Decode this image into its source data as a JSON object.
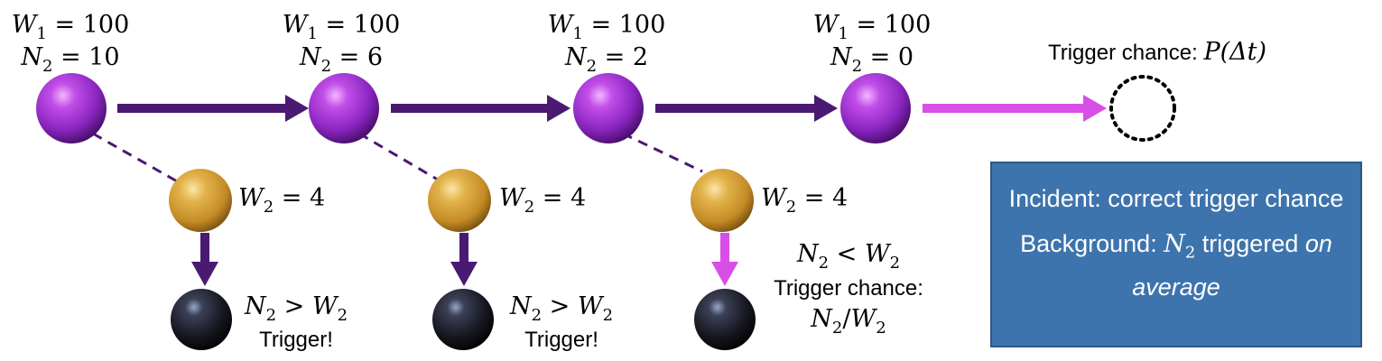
{
  "colors": {
    "purple_arrow": "#4a1a72",
    "magenta_arrow": "#d94ee6",
    "purple_ball": "#9a2fd0",
    "gold_ball": "#d7a23b",
    "black_ball": "#1a1a26",
    "box_fill": "#3e74ad"
  },
  "top_nodes": [
    {
      "w1_sym": "W",
      "w1_sub": "1",
      "w1_eq": " = 100",
      "n2_sym": "N",
      "n2_sub": "2",
      "n2_eq": " = 10"
    },
    {
      "w1_sym": "W",
      "w1_sub": "1",
      "w1_eq": " = 100",
      "n2_sym": "N",
      "n2_sub": "2",
      "n2_eq": " = 6"
    },
    {
      "w1_sym": "W",
      "w1_sub": "1",
      "w1_eq": " = 100",
      "n2_sym": "N",
      "n2_sub": "2",
      "n2_eq": " = 2"
    },
    {
      "w1_sym": "W",
      "w1_sub": "1",
      "w1_eq": " = 100",
      "n2_sym": "N",
      "n2_sub": "2",
      "n2_eq": " = 0"
    }
  ],
  "mid_nodes": [
    {
      "sym": "W",
      "sub": "2",
      "eq": " = 4"
    },
    {
      "sym": "W",
      "sub": "2",
      "eq": " = 4"
    },
    {
      "sym": "W",
      "sub": "2",
      "eq": " = 4"
    }
  ],
  "bottom_nodes": [
    {
      "cond_a": "N",
      "cond_a_sub": "2",
      "cond_op": " > ",
      "cond_b": "W",
      "cond_b_sub": "2",
      "line2": "Trigger!"
    },
    {
      "cond_a": "N",
      "cond_a_sub": "2",
      "cond_op": " > ",
      "cond_b": "W",
      "cond_b_sub": "2",
      "line2": "Trigger!"
    },
    {
      "cond_a": "N",
      "cond_a_sub": "2",
      "cond_op": " < ",
      "cond_b": "W",
      "cond_b_sub": "2",
      "line2": "Trigger chance:",
      "line3_a": "N",
      "line3_a_sub": "2",
      "line3_op": "/",
      "line3_b": "W",
      "line3_b_sub": "2"
    }
  ],
  "trigger_chance": {
    "text": "Trigger chance: ",
    "formula": "P(Δt)"
  },
  "info_box": {
    "line1": "Incident: correct trigger chance",
    "line2_pre": "Background: ",
    "line2_sym": "N",
    "line2_sub": "2",
    "line2_post": " triggered ",
    "line2_em": "on average"
  }
}
